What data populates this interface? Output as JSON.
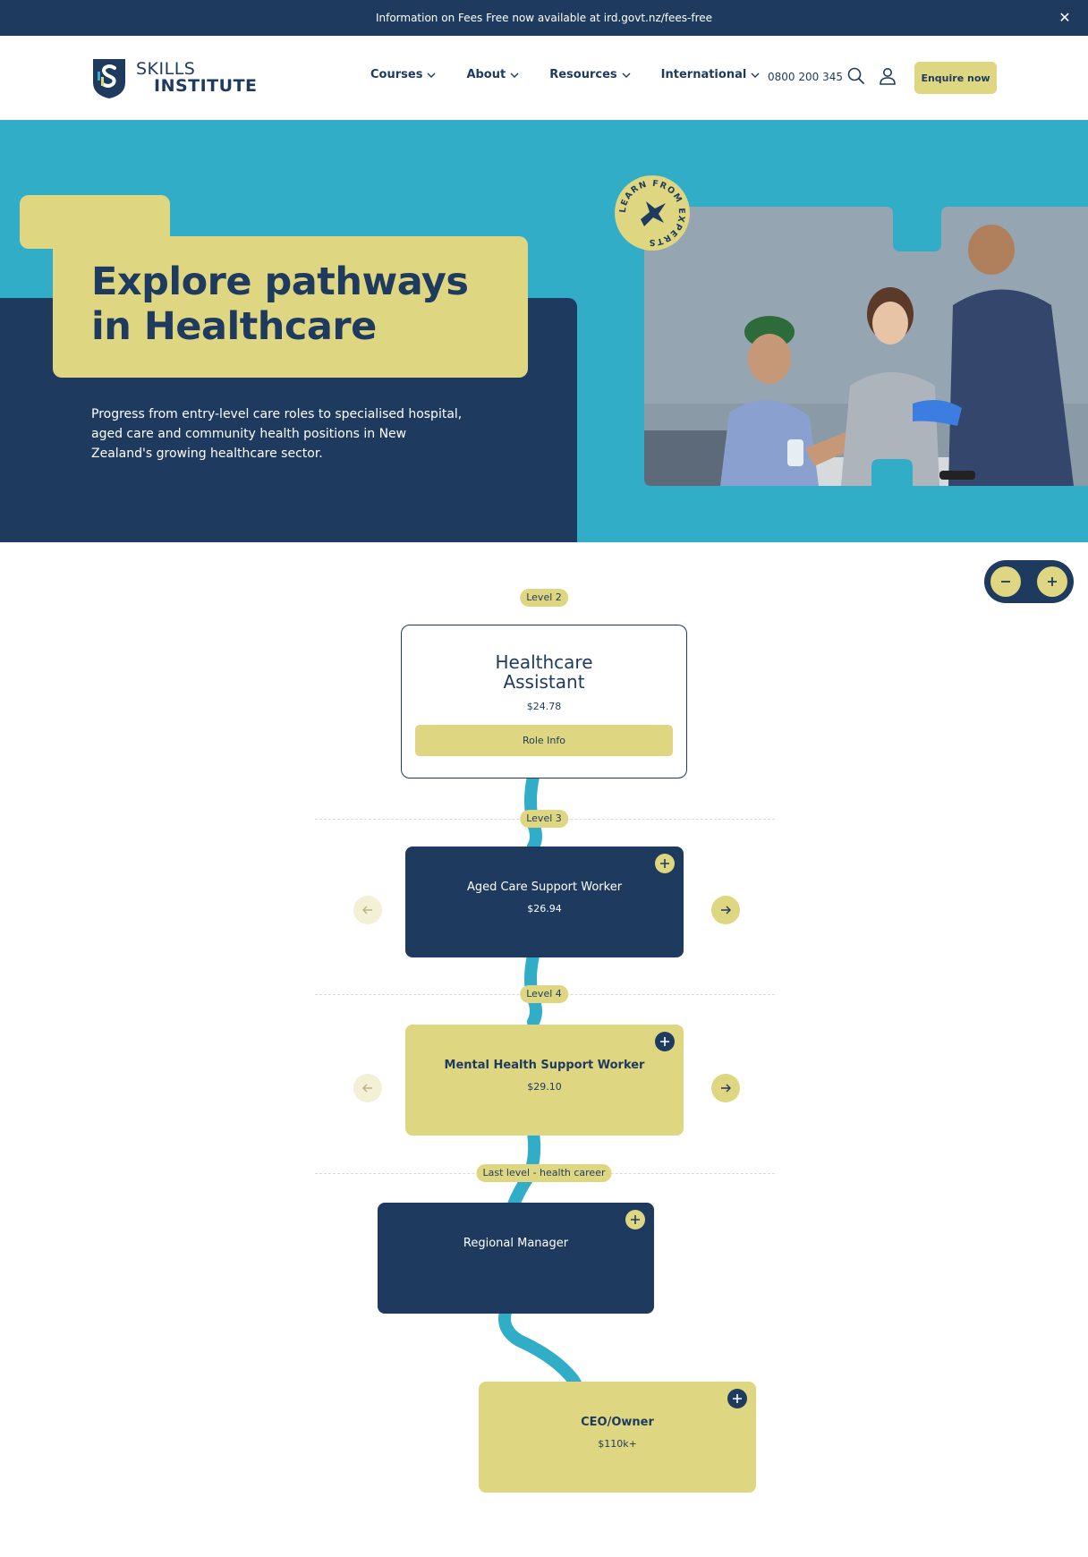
{
  "announcement": {
    "text": "Information on Fees Free now available at ird.govt.nz/fees-free"
  },
  "logo": {
    "line1": "SKILLS",
    "line2": "INSTITUTE"
  },
  "nav": {
    "courses": "Courses",
    "about": "About",
    "resources": "Resources",
    "international": "International"
  },
  "header": {
    "phone": "0800 200 345",
    "enquire_label": "Enquire now"
  },
  "hero": {
    "title": "Explore pathways in Healthcare",
    "description": "Progress from entry-level care roles to specialised hospital, aged care and community health positions in New Zealand's growing healthcare sector.",
    "badge_text": "LEARN FROM EXPERTS"
  },
  "pathway": {
    "levels": [
      "Level 2",
      "Level 3",
      "Level 4",
      "Last level - health career"
    ],
    "first_role": {
      "title": "Healthcare Assistant",
      "salary": "$24.78",
      "button": "Role Info"
    },
    "roles": [
      {
        "title": "Aged Care Support Worker",
        "salary": "$26.94"
      },
      {
        "title": "Mental Health Support Worker",
        "salary": "$29.10"
      },
      {
        "title": "Regional Manager",
        "salary": ""
      },
      {
        "title": "CEO/Owner",
        "salary": "$110k+"
      }
    ]
  },
  "icons": {
    "close": "close-icon",
    "search": "search-icon",
    "account": "user-icon",
    "zoom_out": "minus-icon",
    "zoom_in": "plus-icon",
    "prev": "arrow-left-icon",
    "next": "arrow-right-icon"
  },
  "colors": {
    "navy": "#1e3a5f",
    "teal": "#31adc7",
    "yellow": "#ded681",
    "white": "#ffffff"
  }
}
